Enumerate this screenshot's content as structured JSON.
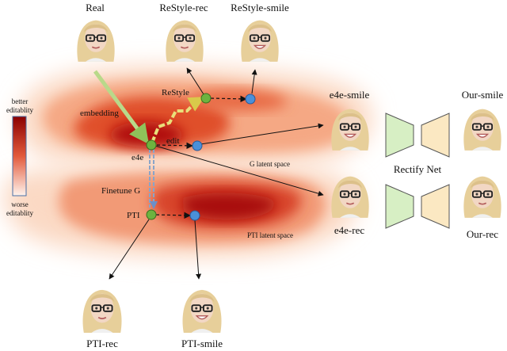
{
  "faces": {
    "real": "Real",
    "restyle_rec": "ReStyle-rec",
    "restyle_smile": "ReStyle-smile",
    "e4e_smile": "e4e-smile",
    "our_smile": "Our-smile",
    "e4e_rec": "e4e-rec",
    "our_rec": "Our-rec",
    "pti_rec": "PTI-rec",
    "pti_smile": "PTI-smile"
  },
  "legend": {
    "top": [
      "better",
      "editablity"
    ],
    "bottom": [
      "worse",
      "editablity"
    ]
  },
  "nodes": {
    "restyle": "ReStyle",
    "e4e": "e4e",
    "pti": "PTI"
  },
  "edges": {
    "embedding": "embedding",
    "edit": "edit",
    "finetune": "Finetune G"
  },
  "spaces": {
    "g_latent": "G latent space",
    "pti_latent": "PTI latent space"
  },
  "network": {
    "label": "Rectify Net"
  },
  "colors": {
    "node_green": "#6db33f",
    "node_blue": "#4a90d9",
    "heat_dark": "#b01010",
    "heat_light": "#f7c9a8",
    "encoder": "#d7efc4",
    "decoder": "#fbe8c2",
    "embed_arrow": "#b9d98a",
    "finetune_arrow": "#8aa4c8",
    "restyle_path": "#e9df7a"
  }
}
